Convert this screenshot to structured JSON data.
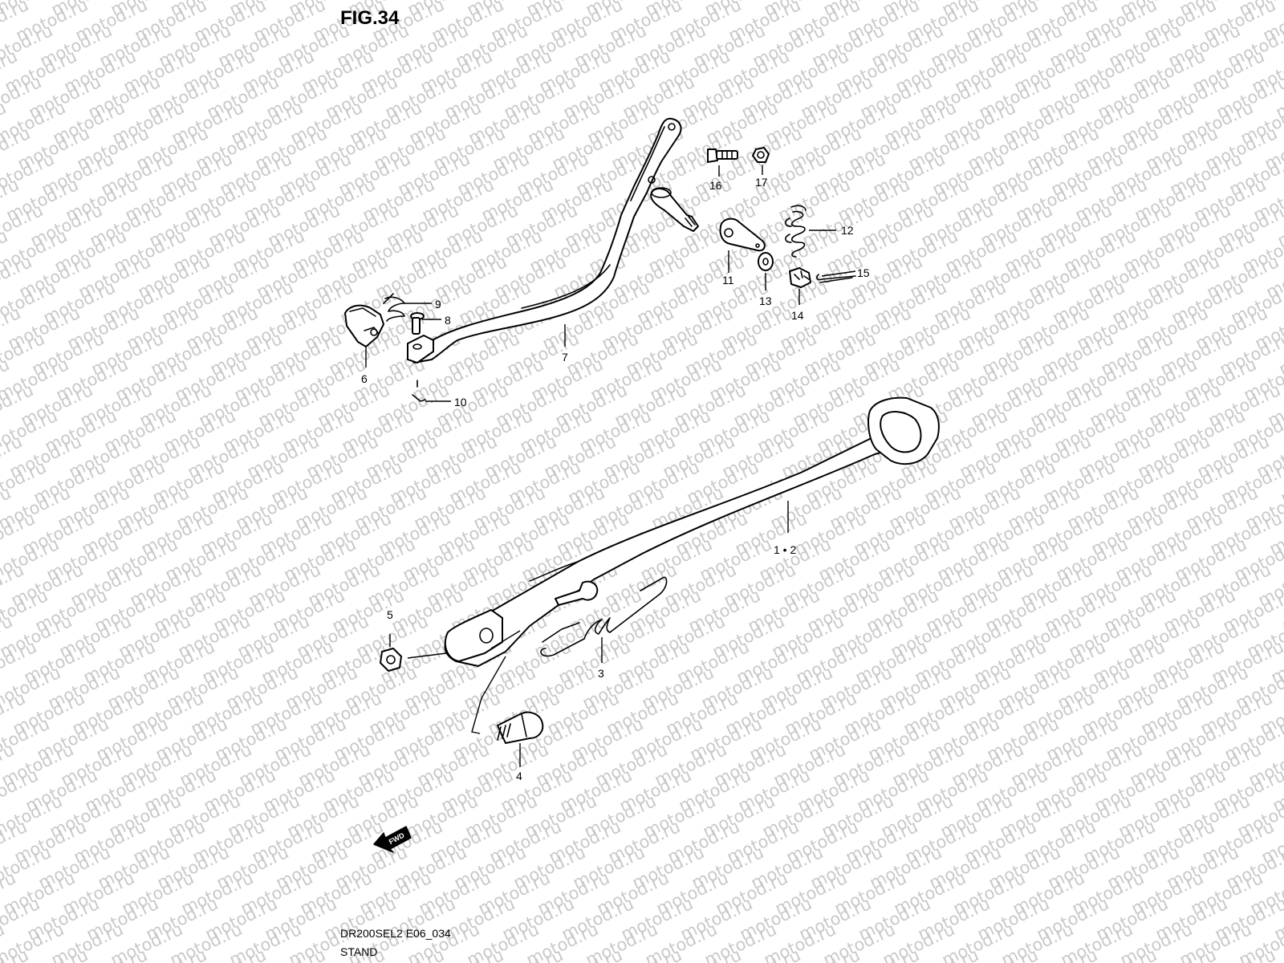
{
  "figure": {
    "title": "FIG.34",
    "model_code": "DR200SEL2 E06_034",
    "section": "STAND",
    "watermark": "motod.ru",
    "direction_arrow": "FWD"
  },
  "callouts": {
    "c1_2": "1 • 2",
    "c3": "3",
    "c4": "4",
    "c5": "5",
    "c6": "6",
    "c7": "7",
    "c8": "8",
    "c9": "9",
    "c10": "10",
    "c11": "11",
    "c12": "12",
    "c13": "13",
    "c14": "14",
    "c15": "15",
    "c16": "16",
    "c17": "17"
  }
}
